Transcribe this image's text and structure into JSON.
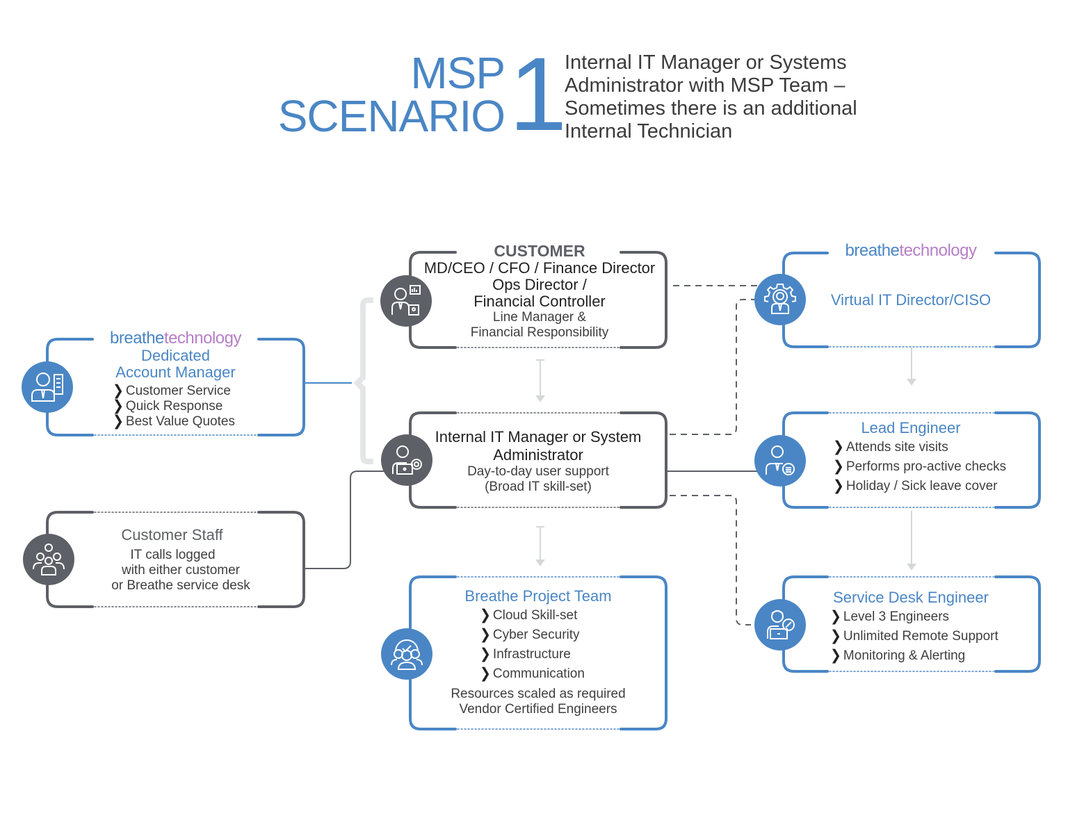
{
  "header": {
    "title_line1": "MSP",
    "title_line2": "SCENARIO",
    "scenario_number": "1",
    "subtitle_lines": [
      "Internal IT Manager or Systems",
      "Administrator with MSP Team –",
      "Sometimes there is an additional",
      "Internal Technician"
    ]
  },
  "colors": {
    "brand_blue": "#4a86c5",
    "brand_purple": "#b77fc6",
    "customer_grey": "#5d6066",
    "connector_light": "#d6d7d9"
  },
  "brand": {
    "part1": "breathe",
    "part2": "technology"
  },
  "nodes": {
    "customer": {
      "heading": "CUSTOMER",
      "lines": [
        "MD/CEO / CFO / Finance Director",
        "Ops Director /",
        "Financial Controller"
      ],
      "sub_lines": [
        "Line Manager &",
        "Financial Responsibility"
      ],
      "icon": "executive-report-icon"
    },
    "account_manager": {
      "title_lines": [
        "Dedicated",
        "Account Manager"
      ],
      "bullets": [
        "Customer Service",
        "Quick Response",
        "Best Value Quotes"
      ],
      "icon": "account-manager-icon"
    },
    "virtual_director": {
      "title": "Virtual IT Director/CISO",
      "icon": "gear-person-icon"
    },
    "internal_it": {
      "title_lines": [
        "Internal IT Manager or System",
        "Administrator"
      ],
      "sub_lines": [
        "Day-to-day user support",
        "(Broad IT skill-set)"
      ],
      "icon": "it-admin-laptop-gear-icon"
    },
    "lead_engineer": {
      "title": "Lead Engineer",
      "bullets": [
        "Attends site visits",
        "Performs pro-active checks",
        "Holiday / Sick leave cover"
      ],
      "icon": "engineer-gear-icon"
    },
    "customer_staff": {
      "title": "Customer Staff",
      "lines": [
        "IT calls logged",
        "with either customer",
        "or Breathe service desk"
      ],
      "icon": "staff-group-icon"
    },
    "project_team": {
      "title": "Breathe Project Team",
      "bullets": [
        "Cloud Skill-set",
        "Cyber Security",
        "Infrastructure",
        "Communication"
      ],
      "footer_lines": [
        "Resources scaled as required",
        "Vendor Certified Engineers"
      ],
      "icon": "team-clock-icon"
    },
    "service_desk": {
      "title": "Service Desk Engineer",
      "bullets": [
        "Level 3 Engineers",
        "Unlimited Remote Support",
        "Monitoring & Alerting"
      ],
      "icon": "support-wrench-icon"
    }
  },
  "bullet_glyph": "❯"
}
